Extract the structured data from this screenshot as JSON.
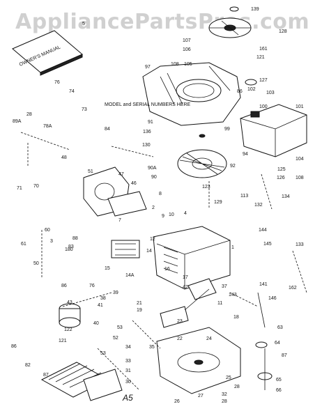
{
  "watermark": "AppliancePartsPros.com",
  "note": "MODEL and SERIAL NUMBERS HERE",
  "sheet_mark": "A5",
  "manual_cover": "OWNER'S MANUAL",
  "part_labels": [
    "139",
    "128",
    "107",
    "106",
    "161",
    "105",
    "121",
    "97",
    "108",
    "86",
    "127",
    "102",
    "103",
    "100",
    "101",
    "5",
    "76",
    "74",
    "73",
    "28",
    "78A",
    "89A",
    "84",
    "91",
    "136",
    "99",
    "48",
    "130",
    "94",
    "125",
    "104",
    "51",
    "47",
    "90A",
    "90",
    "46",
    "92",
    "123",
    "126",
    "134",
    "71",
    "70",
    "108",
    "113",
    "2",
    "8",
    "10",
    "4",
    "129",
    "132",
    "7",
    "9",
    "60",
    "88",
    "61",
    "50",
    "3",
    "83",
    "12",
    "1",
    "14",
    "144",
    "145",
    "133",
    "180",
    "15",
    "16",
    "14A",
    "17",
    "37",
    "143",
    "141",
    "162",
    "86",
    "76",
    "39",
    "38",
    "41",
    "42",
    "11",
    "146",
    "21",
    "18",
    "19",
    "23",
    "53",
    "43",
    "40",
    "22",
    "63",
    "122",
    "121",
    "52",
    "24",
    "64",
    "86",
    "53",
    "34",
    "35",
    "87",
    "82",
    "33",
    "25",
    "65",
    "87",
    "31",
    "28",
    "32",
    "66",
    "30",
    "26",
    "27",
    "28"
  ]
}
